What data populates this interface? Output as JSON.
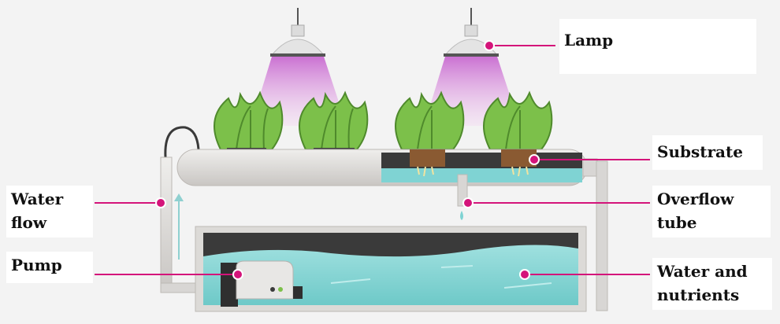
{
  "labels": {
    "lamp": "Lamp",
    "substrate": "Substrate",
    "overflow_tube": "Overflow\ntube",
    "water_flow": "Water\nflow",
    "pump": "Pump",
    "water_nutrients": "Water and\nnutrients"
  },
  "colors": {
    "callout": "#d4147a",
    "water": "#7fd3d3",
    "leaf": "#7cc04a",
    "lamp_light": "#d48ad8",
    "pipe": "#d8d6d4",
    "tank_dark": "#3a3a3a"
  }
}
